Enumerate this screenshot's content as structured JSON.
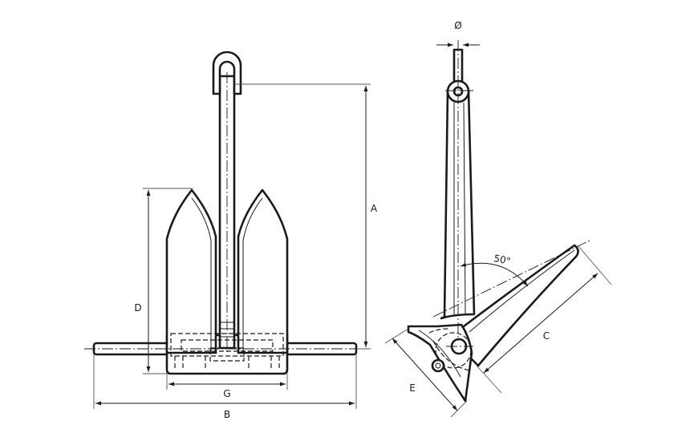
{
  "labels": {
    "a": "A",
    "b": "B",
    "c": "C",
    "d": "D",
    "e": "E",
    "g": "G",
    "diameter": "Ø",
    "angle": "50°"
  },
  "colors": {
    "line": "#1a1a1a",
    "background": "#ffffff"
  }
}
